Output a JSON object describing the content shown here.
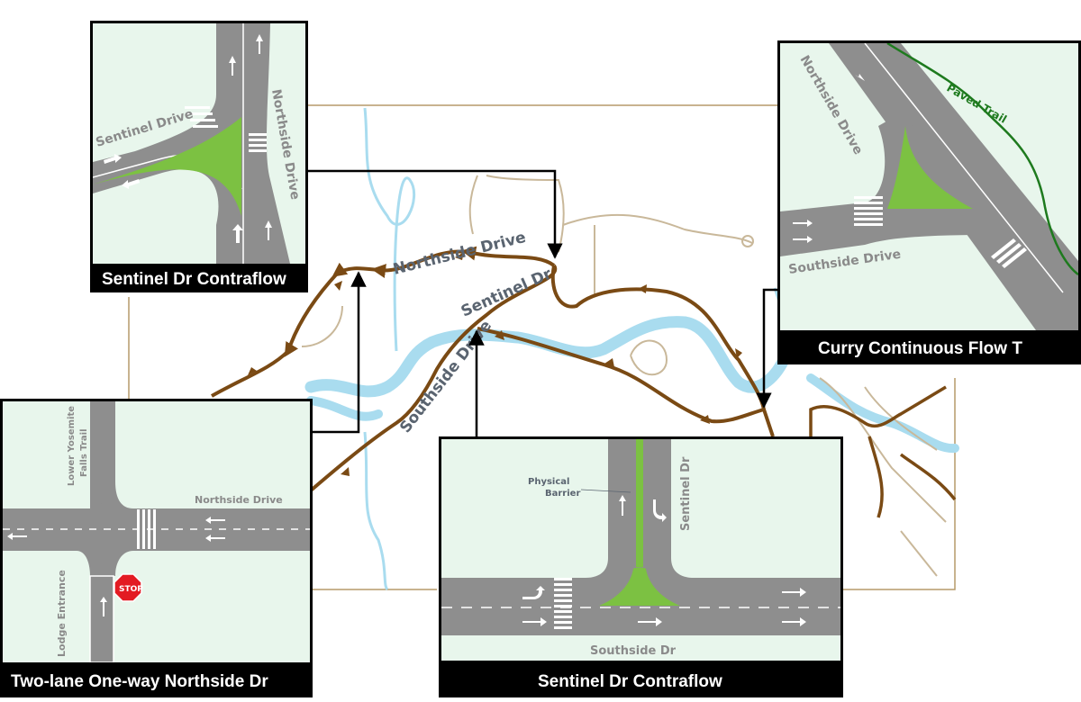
{
  "colors": {
    "river": "#a9dcef",
    "road_route": "#7a4a14",
    "pavement": "#8e8e8e",
    "inset_bg": "#e8f6ec",
    "median": "#7cc142",
    "trail": "#1e7a1e",
    "map_frame": "#b59a6a",
    "caption_bg": "#000000",
    "stop": "#e31b23"
  },
  "map_labels": {
    "northside": "Northside Drive",
    "sentinel": "Sentinel Dr",
    "southside": "Southside Drive"
  },
  "insets": {
    "top_left": {
      "caption": "Sentinel Dr Contraflow",
      "sentinel_label": "Sentinel Drive",
      "northside_label": "Northside Drive"
    },
    "top_right": {
      "caption": "Curry Continuous Flow T",
      "northside_label": "Northside Drive",
      "southside_label": "Southside Drive",
      "trail_label": "Paved Trail"
    },
    "bottom_left": {
      "caption": "Two-lane One-way Northside Dr",
      "trail_label_1": "Lower Yosemite",
      "trail_label_2": "Falls Trail",
      "northside_label": "Northside Drive",
      "lodge_label": "Lodge Entrance",
      "stop_text": "STOP"
    },
    "bottom_center": {
      "caption": "Sentinel Dr Contraflow",
      "barrier_label_1": "Physical",
      "barrier_label_2": "Barrier",
      "sentinel_label": "Sentinel Dr",
      "southside_label": "Southside Dr"
    }
  }
}
